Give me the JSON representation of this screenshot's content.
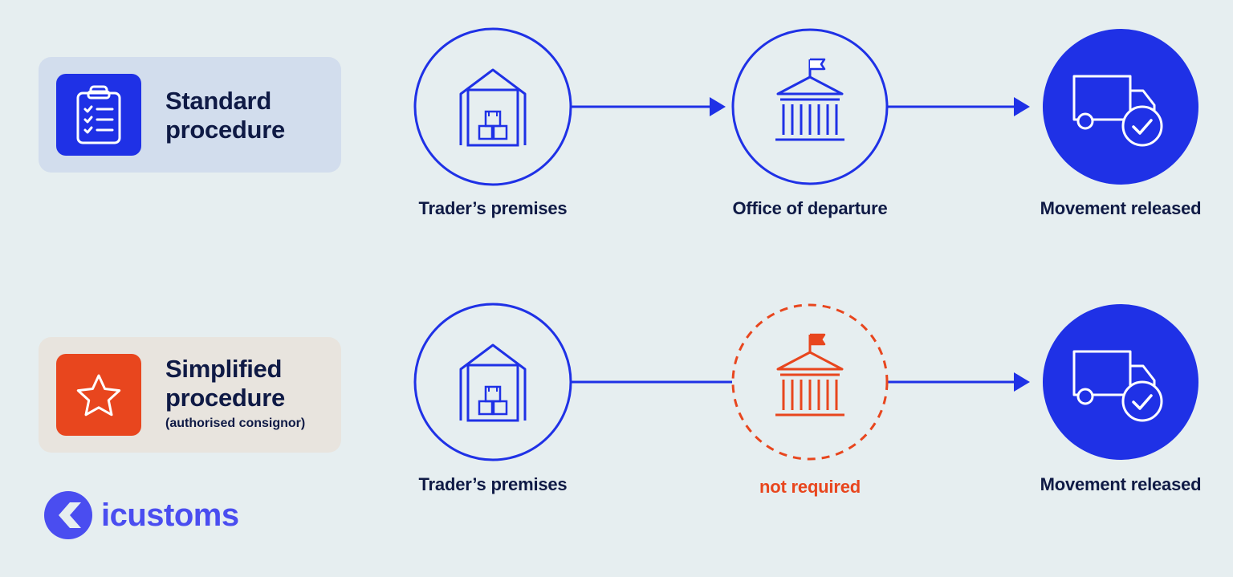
{
  "rows": {
    "standard": {
      "title": "Standard procedure",
      "steps": [
        "Trader’s premises",
        "Office of departure",
        "Movement released"
      ]
    },
    "simplified": {
      "title": "Simplified procedure",
      "subtitle": "(authorised consignor)",
      "steps": [
        "Trader’s premises",
        "not required",
        "Movement released"
      ]
    }
  },
  "logo": {
    "text": "icustoms"
  },
  "colors": {
    "primary_blue": "#1f31e6",
    "accent_orange": "#e8461e",
    "dark_text": "#0f1a45",
    "logo_purple": "#4a4df0",
    "background": "#e6eef0"
  },
  "icons": {
    "standard_badge": "clipboard-checklist-icon",
    "simplified_badge": "star-icon",
    "premises": "warehouse-icon",
    "office": "government-building-icon",
    "released": "delivery-truck-check-icon"
  }
}
